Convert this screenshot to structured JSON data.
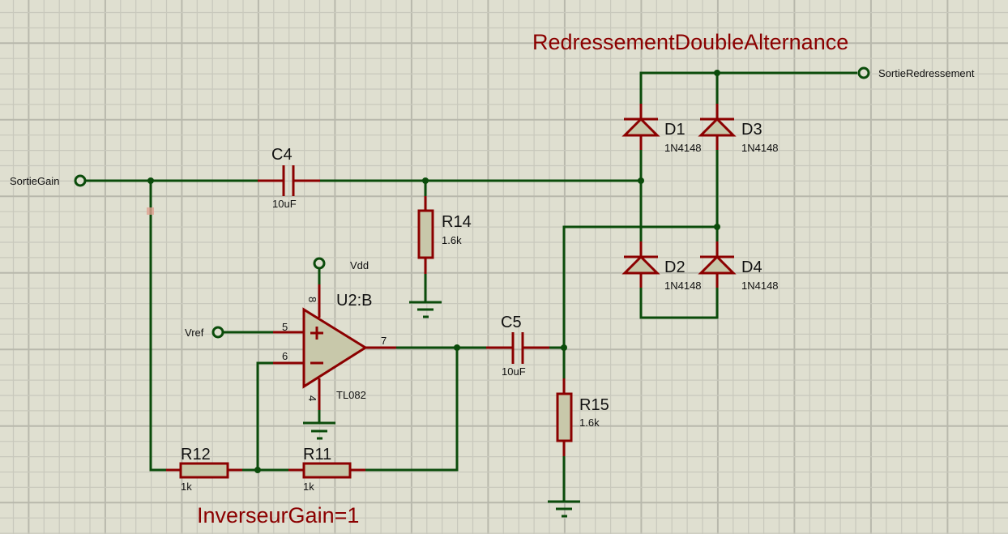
{
  "titles": {
    "rectifier": "RedressementDoubleAlternance",
    "inverter": "InverseurGain=1"
  },
  "terminals": {
    "sortie_gain": "SortieGain",
    "sortie_redressement": "SortieRedressement",
    "vref": "Vref",
    "vdd": "Vdd"
  },
  "components": {
    "c4": {
      "ref": "C4",
      "value": "10uF"
    },
    "c5": {
      "ref": "C5",
      "value": "10uF"
    },
    "r14": {
      "ref": "R14",
      "value": "1.6k"
    },
    "r15": {
      "ref": "R15",
      "value": "1.6k"
    },
    "r12": {
      "ref": "R12",
      "value": "1k"
    },
    "r11": {
      "ref": "R11",
      "value": "1k"
    },
    "u2": {
      "ref": "U2:B",
      "value": "TL082",
      "pins": {
        "noninv": "5",
        "inv": "6",
        "out": "7",
        "vplus": "8",
        "vminus": "4"
      }
    },
    "d1": {
      "ref": "D1",
      "value": "1N4148"
    },
    "d2": {
      "ref": "D2",
      "value": "1N4148"
    },
    "d3": {
      "ref": "D3",
      "value": "1N4148"
    },
    "d4": {
      "ref": "D4",
      "value": "1N4148"
    }
  },
  "colors": {
    "background": "#dfdfd0",
    "grid_minor": "#c8c8bc",
    "grid_major": "#b8b8ac",
    "wire": "#0b4c0b",
    "component": "#8b0000",
    "component_fill": "#c8c8aa"
  }
}
